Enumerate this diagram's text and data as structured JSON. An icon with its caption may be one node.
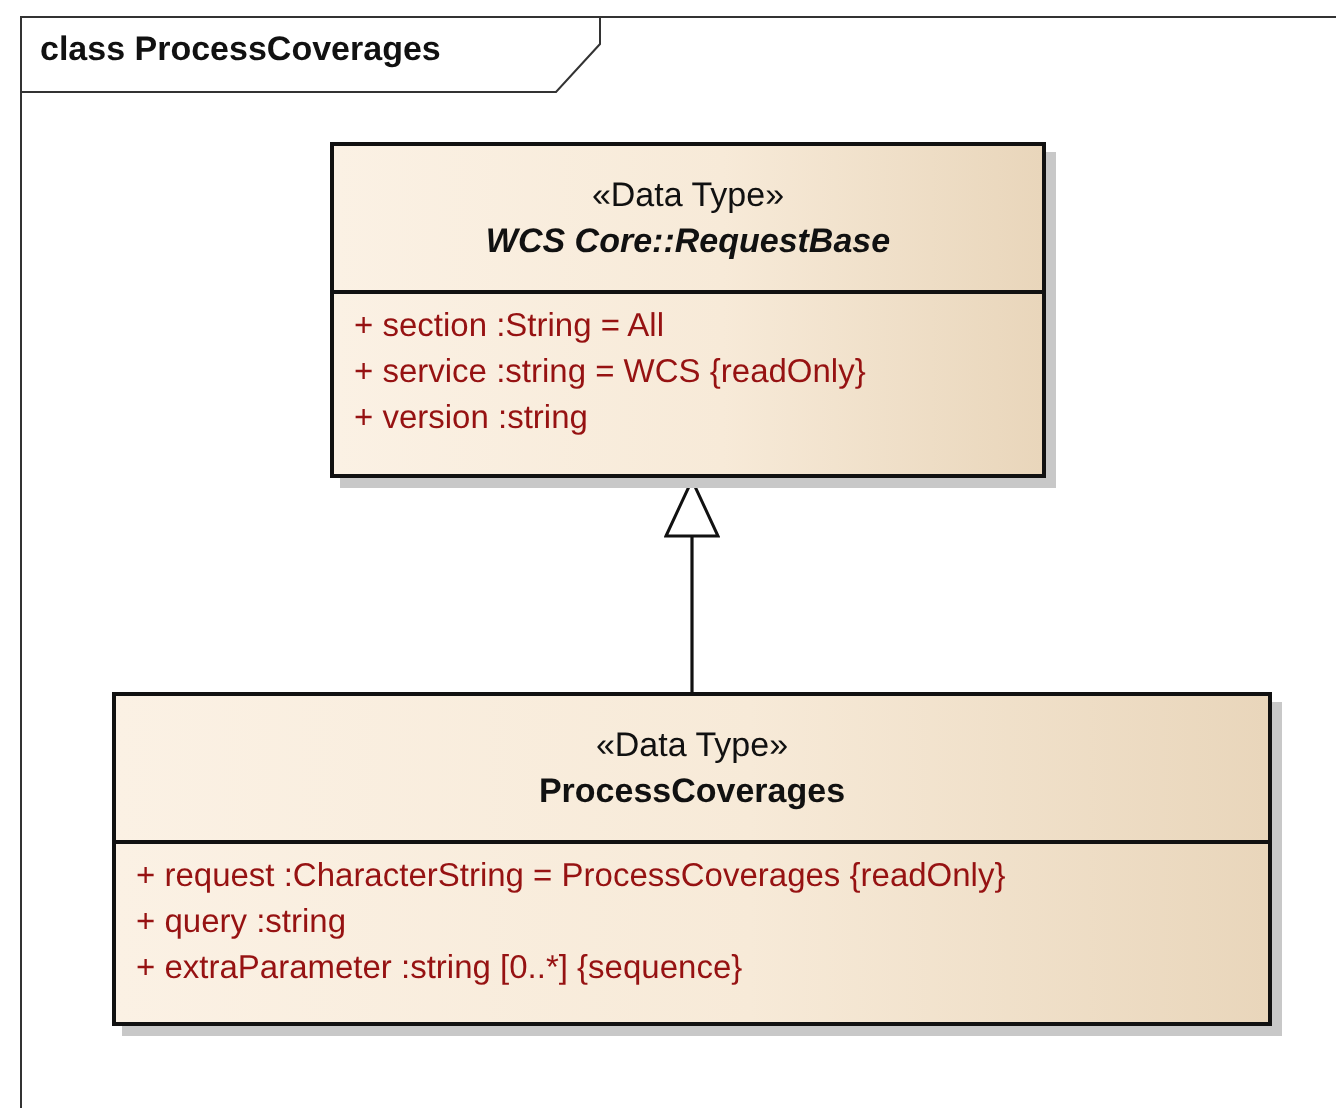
{
  "diagram": {
    "title": "class ProcessCoverages",
    "nodes": [
      {
        "text": [
          "«Data Type»",
          "WCS Core::RequestBase",
          "+ section :String = All",
          "+ service :string = WCS {readOnly}",
          "+ version :string"
        ]
      },
      {
        "text": [
          "«Data Type»",
          "ProcessCoverages",
          "+ request :CharacterString = ProcessCoverages {readOnly}",
          "+ query :string",
          "+ extraParameter :string [0..*] {sequence}"
        ]
      }
    ],
    "edges": [
      {
        "from": 1,
        "to": 0,
        "arrow": "to"
      }
    ]
  }
}
